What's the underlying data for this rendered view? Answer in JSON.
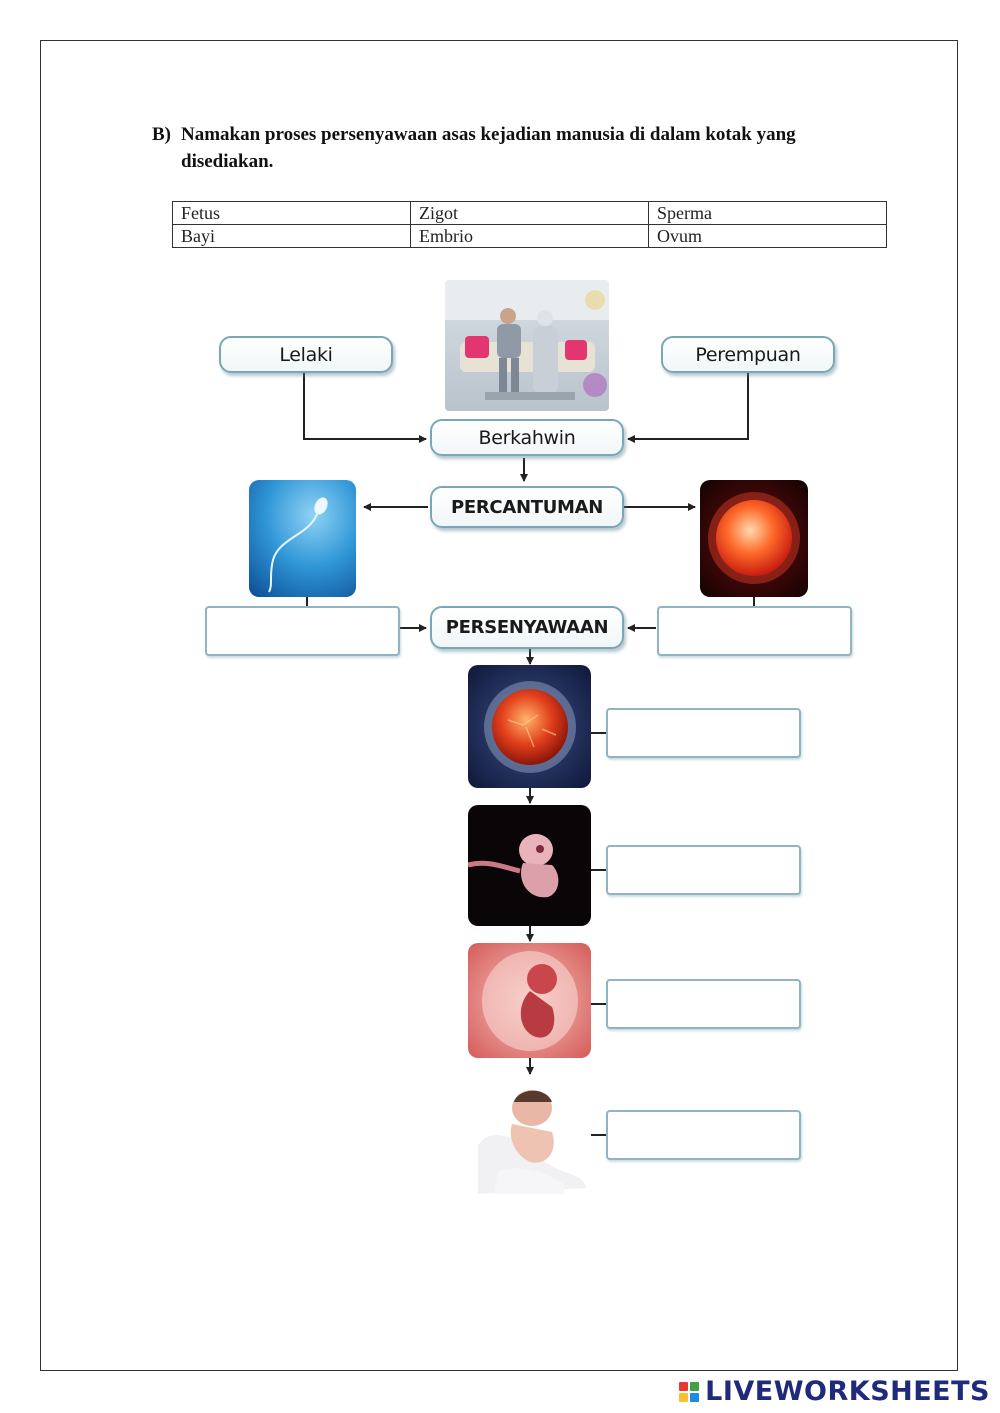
{
  "question": {
    "label": "B)",
    "text": "Namakan proses persenyawaan asas kejadian manusia di dalam kotak yang disediakan."
  },
  "word_bank": [
    [
      "Fetus",
      "Zigot",
      "Sperma"
    ],
    [
      "Bayi",
      "Embrio",
      "Ovum"
    ]
  ],
  "diagram": {
    "male": "Lelaki",
    "female": "Perempuan",
    "marriage": "Berkahwin",
    "union": "PERCANTUMAN",
    "fertilization": "PERSENYAWAAN"
  },
  "footer": {
    "brand": "LIVEWORKSHEETS",
    "colors": [
      "#e53935",
      "#43a047",
      "#fbc02d",
      "#1e88e5"
    ]
  }
}
